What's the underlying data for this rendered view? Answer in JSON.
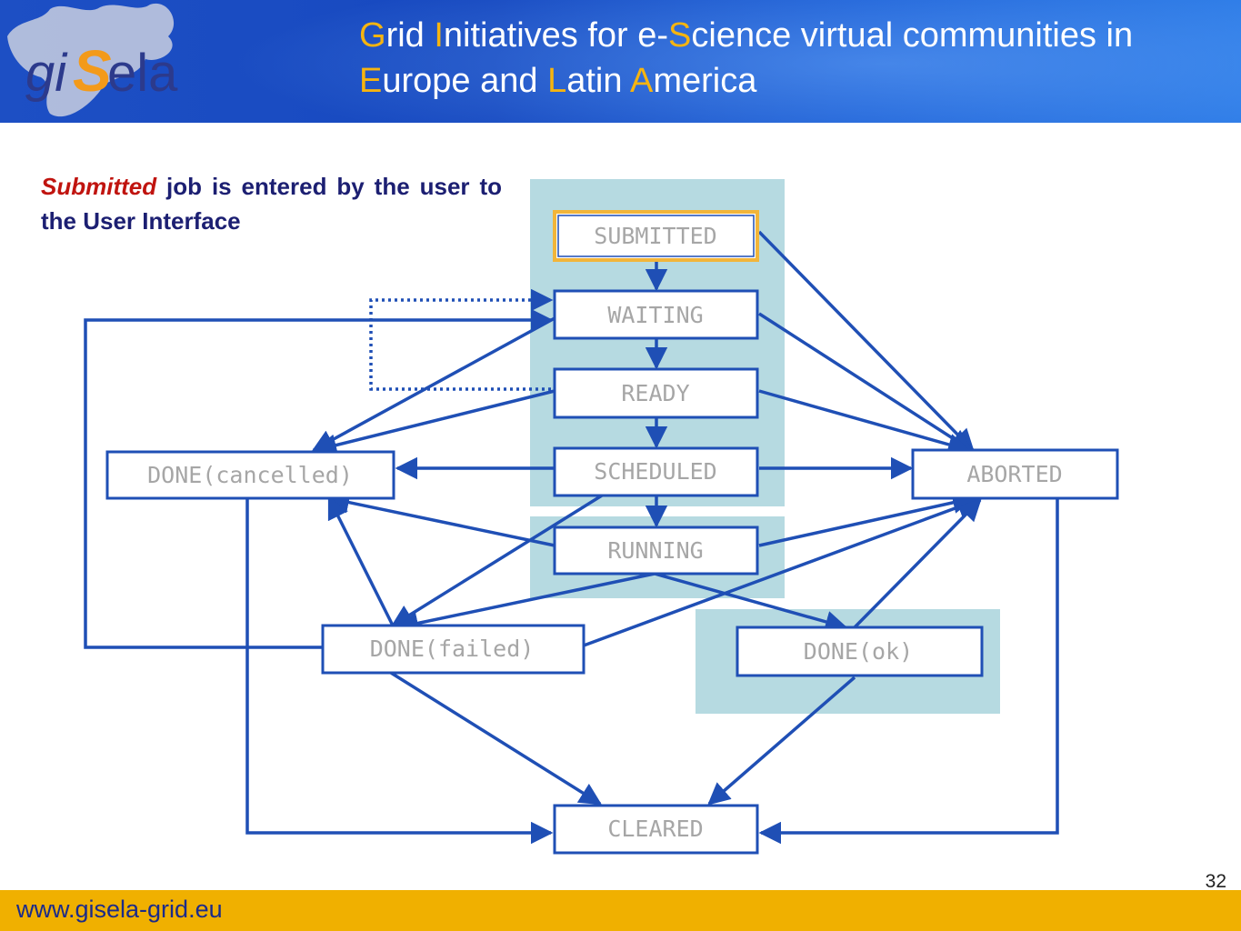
{
  "header": {
    "logo_text": "giSela",
    "title_parts": [
      {
        "text": "G",
        "hl": true
      },
      {
        "text": "rid ",
        "hl": false
      },
      {
        "text": "I",
        "hl": true
      },
      {
        "text": "nitiatives for e-",
        "hl": false
      },
      {
        "text": "S",
        "hl": true
      },
      {
        "text": "cience virtual communities in ",
        "hl": false
      },
      {
        "text": "E",
        "hl": true
      },
      {
        "text": "urope and ",
        "hl": false
      },
      {
        "text": "L",
        "hl": true
      },
      {
        "text": "atin ",
        "hl": false
      },
      {
        "text": "A",
        "hl": true
      },
      {
        "text": "merica",
        "hl": false
      }
    ]
  },
  "caption": {
    "emphasis": "Submitted",
    "rest": " job is entered by the user to the User Interface"
  },
  "diagram": {
    "states": {
      "submitted": "SUBMITTED",
      "waiting": "WAITING",
      "ready": "READY",
      "scheduled": "SCHEDULED",
      "running": "RUNNING",
      "done_cancelled": "DONE(cancelled)",
      "aborted": "ABORTED",
      "done_failed": "DONE(failed)",
      "done_ok": "DONE(ok)",
      "cleared": "CLEARED"
    },
    "colors": {
      "line": "#1f4fb5",
      "box_border": "#1f4fb5",
      "highlight_bg": "#a9d3dc",
      "active_border": "#f2b53a",
      "label": "#a6a6a6"
    }
  },
  "footer": {
    "url": "www.gisela-grid.eu",
    "page_number": "32"
  }
}
